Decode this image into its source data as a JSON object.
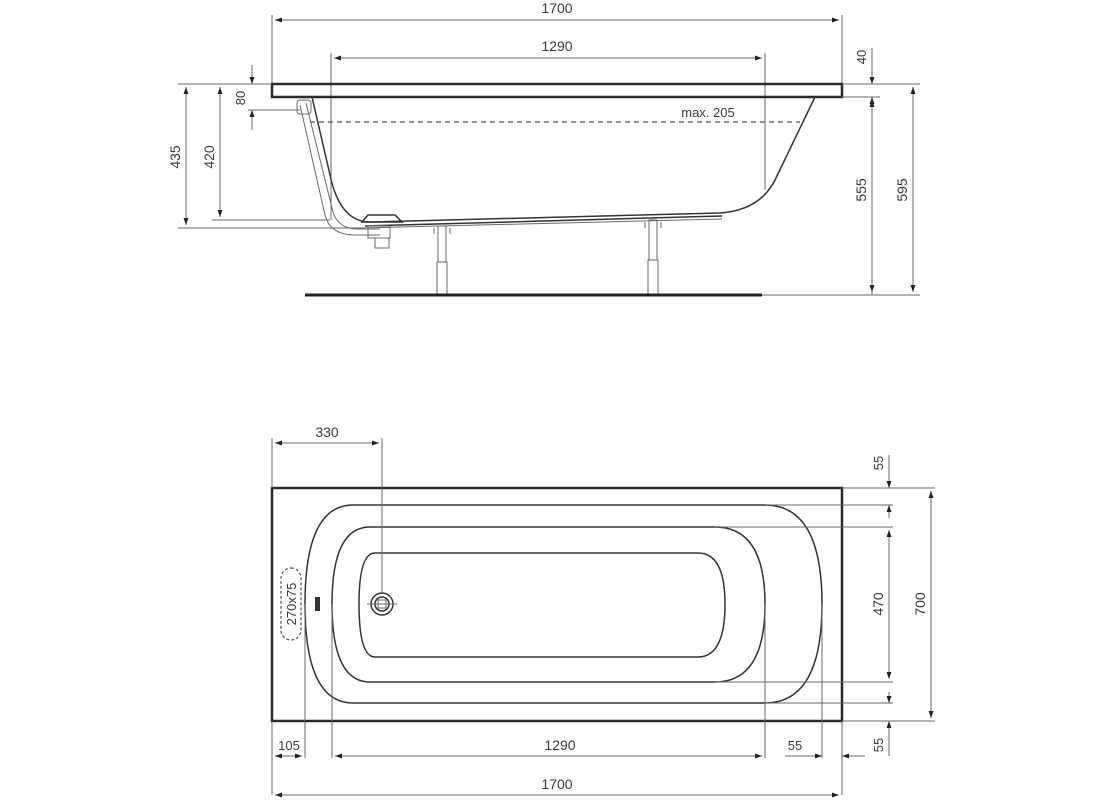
{
  "drawing": {
    "subject": "bathtub technical dimension drawing",
    "units": "mm",
    "side_view": {
      "overall_length": "1700",
      "inner_length": "1290",
      "rim_thickness": "40",
      "overflow_offset": "80",
      "max_water_depth": "max. 205",
      "height_to_drain_outer": "435",
      "height_to_drain_inner": "420",
      "height_to_rim_bottom": "555",
      "overall_height": "595"
    },
    "top_view": {
      "drain_offset": "330",
      "overall_length": "1700",
      "inner_length": "1290",
      "left_rim": "105",
      "right_rim": "55",
      "top_rim": "55",
      "bottom_rim": "55",
      "inner_width": "470",
      "overall_width": "700",
      "overflow_label": "270x75"
    }
  }
}
